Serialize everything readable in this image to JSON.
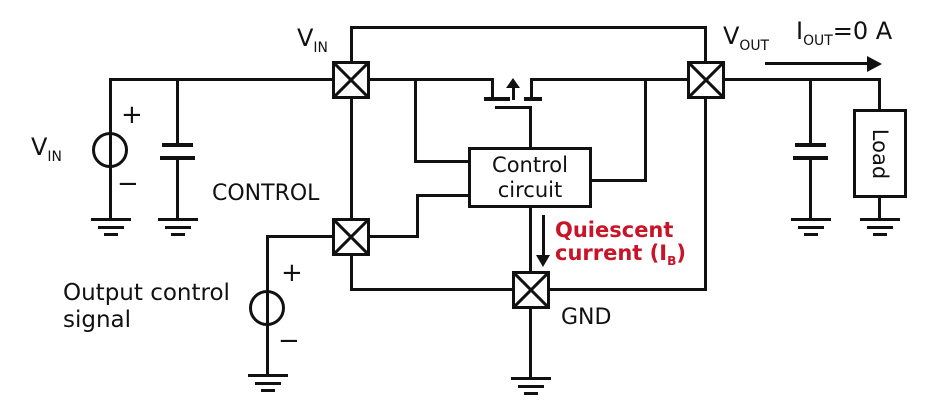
{
  "colors": {
    "line": "#111111",
    "red": "#c81428",
    "background": "#ffffff"
  },
  "terminals": {
    "vin": {
      "label_main": "V",
      "label_sub": "IN"
    },
    "vout": {
      "label_main": "V",
      "label_sub": "OUT"
    },
    "control": {
      "label": "CONTROL"
    },
    "gnd": {
      "label": "GND"
    }
  },
  "sources": {
    "vin": {
      "label_main": "V",
      "label_sub": "IN",
      "plus": "+",
      "minus": "−"
    },
    "output_control": {
      "label_line1": "Output control",
      "label_line2": "signal",
      "plus": "+",
      "minus": "−"
    }
  },
  "blocks": {
    "control_circuit": {
      "line1": "Control",
      "line2": "circuit"
    },
    "load": {
      "label": "Load"
    }
  },
  "annotations": {
    "iout": {
      "pre": "I",
      "sub": "OUT",
      "post": "=0 A"
    },
    "quiescent": {
      "line1": "Quiescent",
      "line2_pre": "current (I",
      "line2_sub": "B",
      "line2_post": ")"
    }
  }
}
